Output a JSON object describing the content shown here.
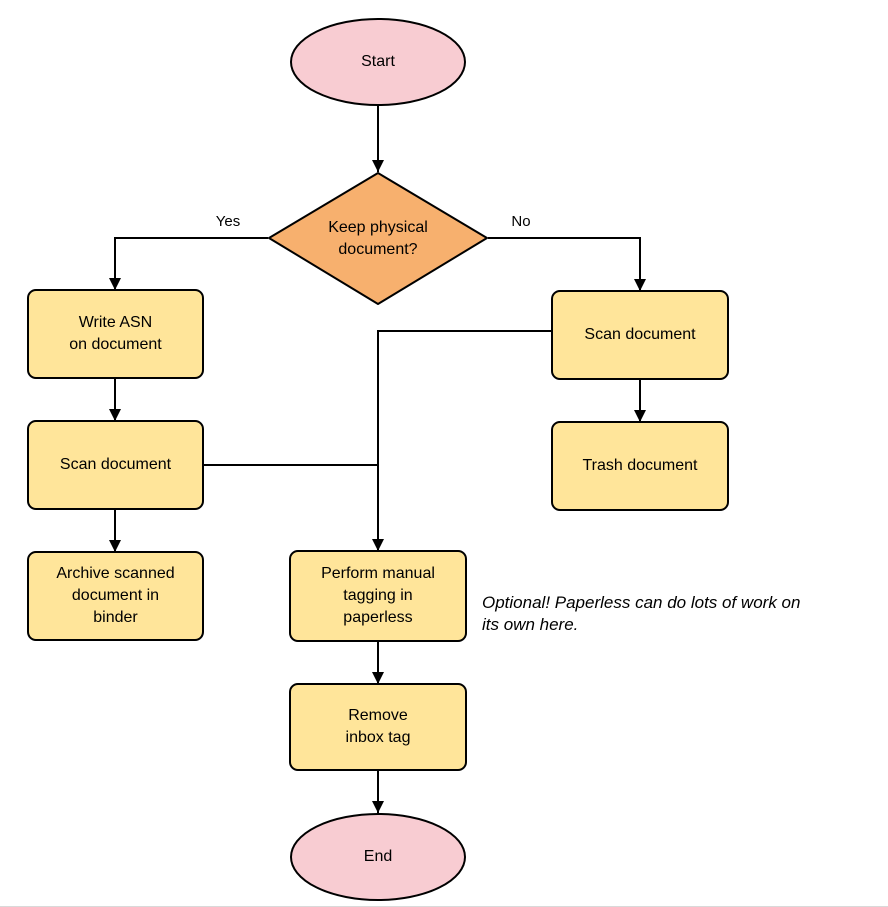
{
  "diagram": {
    "type": "flowchart",
    "colors": {
      "terminal_fill": "#f8ccd2",
      "decision_fill": "#f7b06e",
      "process_fill": "#ffe59a",
      "stroke": "#000000"
    },
    "nodes": {
      "start": {
        "shape": "ellipse",
        "label": "Start"
      },
      "decision_keep": {
        "shape": "diamond",
        "label": "Keep physical\ndocument?"
      },
      "write_asn": {
        "shape": "process",
        "label": "Write ASN\non document"
      },
      "scan_left": {
        "shape": "process",
        "label": "Scan document"
      },
      "archive": {
        "shape": "process",
        "label": "Archive scanned\ndocument in\nbinder"
      },
      "scan_right": {
        "shape": "process",
        "label": "Scan document"
      },
      "trash": {
        "shape": "process",
        "label": "Trash document"
      },
      "tagging": {
        "shape": "process",
        "label": "Perform manual\ntagging in\npaperless"
      },
      "remove_inbox": {
        "shape": "process",
        "label": "Remove\ninbox tag"
      },
      "end": {
        "shape": "ellipse",
        "label": "End"
      }
    },
    "edge_labels": {
      "yes": "Yes",
      "no": "No"
    },
    "annotation": "Optional! Paperless can do lots of work on\nits own here."
  }
}
